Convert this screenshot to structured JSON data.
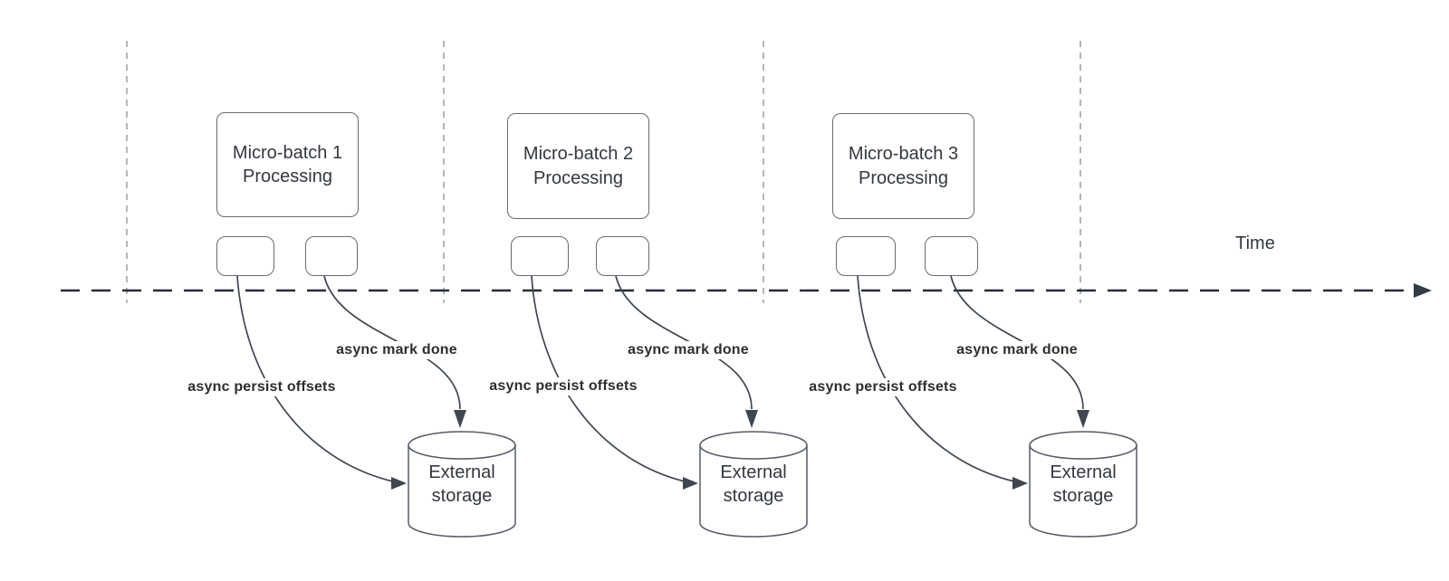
{
  "diagram": {
    "time_axis_label": "Time",
    "groups": [
      {
        "title": "Micro-batch 1\nProcessing",
        "persist_label": "async persist offsets",
        "mark_done_label": "async mark done",
        "storage_label": "External\nstorage"
      },
      {
        "title": "Micro-batch 2\nProcessing",
        "persist_label": "async persist offsets",
        "mark_done_label": "async mark done",
        "storage_label": "External\nstorage"
      },
      {
        "title": "Micro-batch 3\nProcessing",
        "persist_label": "async persist offsets",
        "mark_done_label": "async mark done",
        "storage_label": "External\nstorage"
      }
    ]
  },
  "colors": {
    "line": "#3f4650",
    "box-border": "#666c75",
    "cyl-border": "#565d66",
    "divider": "#b3b6ba",
    "timeline": "#272d36",
    "text": "#33383f",
    "label-text": "#2e2e2e"
  }
}
